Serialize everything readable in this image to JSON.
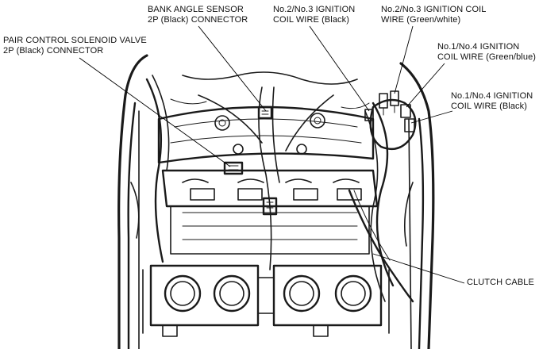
{
  "callouts": {
    "pair_solenoid": {
      "line1": "PAIR CONTROL SOLENOID VALVE",
      "line2": "2P (Black) CONNECTOR"
    },
    "bank_angle": {
      "line1": "BANK ANGLE SENSOR",
      "line2": "2P (Black) CONNECTOR"
    },
    "no23_black": {
      "line1": "No.2/No.3 IGNITION",
      "line2": "COIL WIRE (Black)"
    },
    "no23_green": {
      "line1": "No.2/No.3 IGNITION COIL",
      "line2": "WIRE (Green/white)"
    },
    "no14_green": {
      "line1": "No.1/No.4 IGNITION",
      "line2": "COIL WIRE (Green/blue)"
    },
    "no14_black": {
      "line1": "No.1/No.4 IGNITION",
      "line2": "COIL WIRE (Black)"
    },
    "clutch_cable": {
      "line1": "CLUTCH CABLE"
    }
  },
  "colors": {
    "ink": "#1a1a1a",
    "background": "#ffffff"
  }
}
